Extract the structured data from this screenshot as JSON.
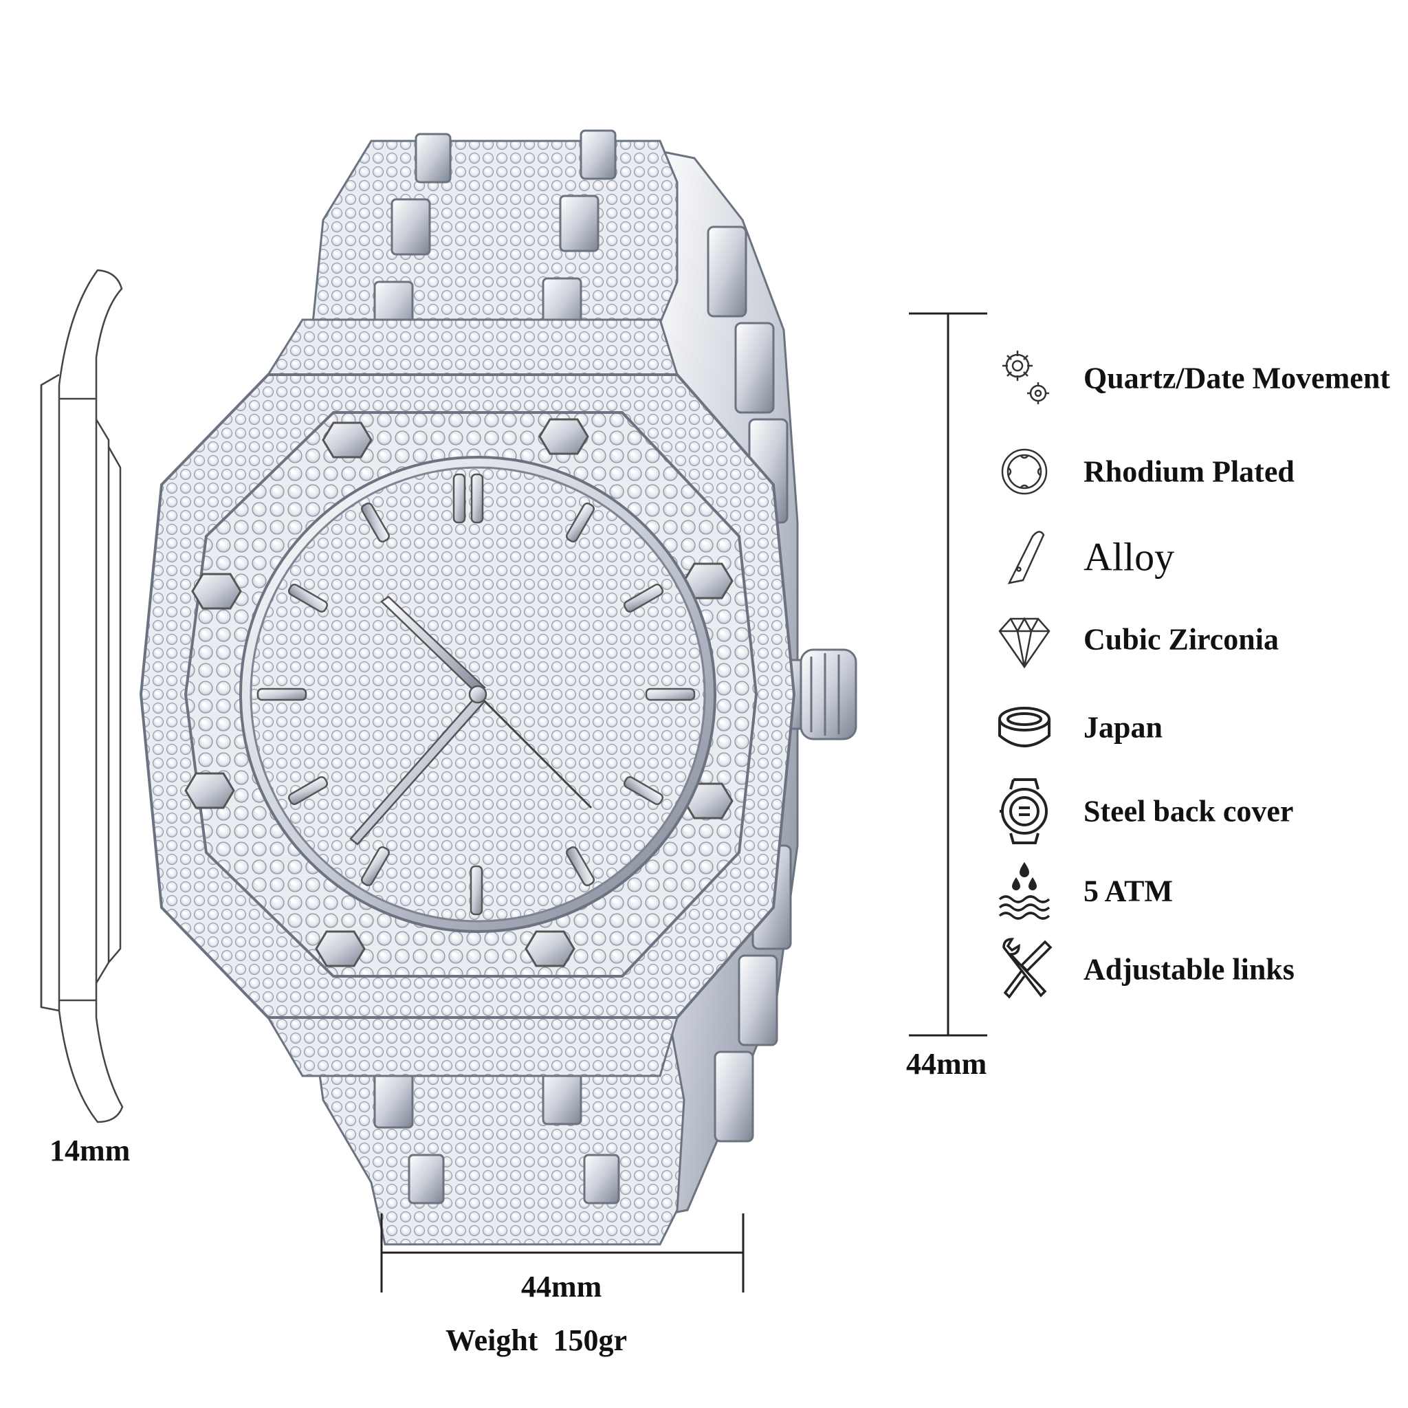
{
  "dimensions": {
    "side_thickness": "14mm",
    "vertical_size": "44mm",
    "horizontal_size": "44mm",
    "weight": "Weight  150gr"
  },
  "specs": [
    {
      "icon": "gears-icon",
      "label": "Quartz/Date Movement",
      "bold": true
    },
    {
      "icon": "rhodium-icon",
      "label": "Rhodium Plated",
      "bold": true
    },
    {
      "icon": "alloy-icon",
      "label": "Alloy",
      "bold": false
    },
    {
      "icon": "diamond-icon",
      "label": "Cubic Zirconia",
      "bold": true
    },
    {
      "icon": "battery-icon",
      "label": "Japan",
      "bold": true
    },
    {
      "icon": "watch-back-icon",
      "label": "Steel back cover",
      "bold": true
    },
    {
      "icon": "water-drops-icon",
      "label": "5 ATM",
      "bold": true
    },
    {
      "icon": "tools-icon",
      "label": "Adjustable links",
      "bold": true
    }
  ],
  "colors": {
    "text": "#111111",
    "metal_light": "#f2f4f8",
    "metal_mid": "#c9ced8",
    "metal_dark": "#7d8492",
    "line": "#333333"
  }
}
